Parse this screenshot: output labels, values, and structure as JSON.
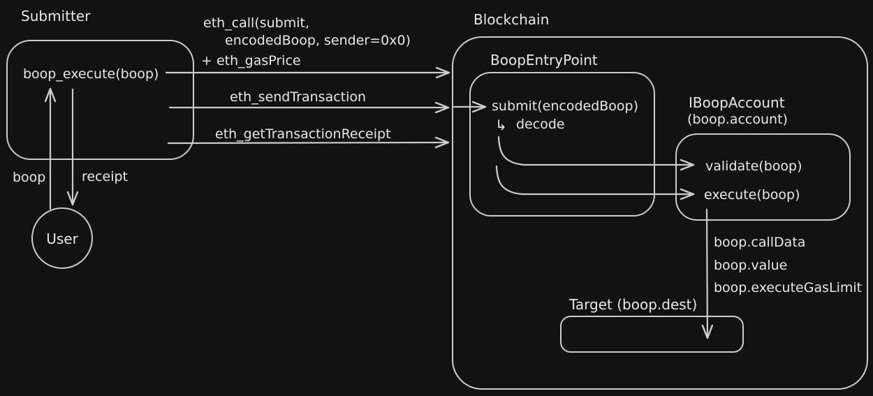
{
  "colors": {
    "background": "#121212",
    "stroke": "#cdcdcd",
    "text": "#e8e8e8"
  },
  "diagram": {
    "nodes": {
      "submitter": {
        "title": "Submitter",
        "method": "boop_execute(boop)"
      },
      "user": {
        "label": "User"
      },
      "blockchain": {
        "title": "Blockchain"
      },
      "boop_entry_point": {
        "title": "BoopEntryPoint",
        "method": "submit(encodedBoop)",
        "substep_arrow": "↳",
        "substep": "decode"
      },
      "iboop_account": {
        "title": "IBoopAccount",
        "subtitle": "(boop.account)",
        "methods": [
          "validate(boop)",
          "execute(boop)"
        ]
      },
      "target": {
        "title": "Target (boop.dest)"
      }
    },
    "edges": {
      "eth_call": {
        "lines": [
          "eth_call(submit,",
          "encodedBoop, sender=0x0)",
          "+ eth_gasPrice"
        ]
      },
      "eth_send_transaction": {
        "label": "eth_sendTransaction"
      },
      "eth_get_transaction_receipt": {
        "label": "eth_getTransactionReceipt"
      },
      "boop": {
        "label": "boop"
      },
      "receipt": {
        "label": "receipt"
      },
      "execute_call_params": {
        "labels": [
          "boop.callData",
          "boop.value",
          "boop.executeGasLimit"
        ]
      }
    }
  }
}
